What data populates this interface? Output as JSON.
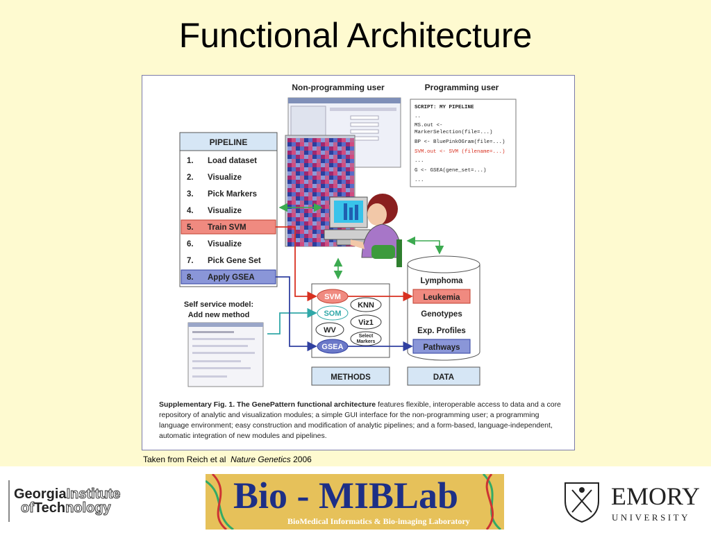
{
  "slide": {
    "title": "Functional Architecture",
    "credit_prefix": "Taken from Reich et al",
    "credit_journal": "Nature Genetics",
    "credit_year": "2006"
  },
  "figure": {
    "header_left": "Non-programming user",
    "header_right": "Programming user",
    "pipeline_title": "PIPELINE",
    "pipeline_steps": [
      {
        "num": "1.",
        "label": "Load dataset"
      },
      {
        "num": "2.",
        "label": "Visualize"
      },
      {
        "num": "3.",
        "label": "Pick Markers"
      },
      {
        "num": "4.",
        "label": "Visualize"
      },
      {
        "num": "5.",
        "label": "Train SVM"
      },
      {
        "num": "6.",
        "label": "Visualize"
      },
      {
        "num": "7.",
        "label": "Pick Gene Set"
      },
      {
        "num": "8.",
        "label": "Apply GSEA"
      }
    ],
    "script_lines": [
      "SCRIPT: MY PIPELINE",
      "..",
      "MS.out <-",
      "MarkerSelection(file=...)",
      "BP <- BluePinkOGram(file=...)",
      "SVM.out <- SVM (filename=...)",
      "...",
      "G <- GSEA(gene_set=...)",
      "..."
    ],
    "self_service_line1": "Self service model:",
    "self_service_line2": "Add new method",
    "methods": {
      "svm": "SVM",
      "som": "SOM",
      "wv": "WV",
      "gsea": "GSEA",
      "knn": "KNN",
      "viz1": "Viz1",
      "select_markers_1": "Select",
      "select_markers_2": "Markers"
    },
    "methods_label": "METHODS",
    "data_items": [
      "Lymphoma",
      "Leukemia",
      "Genotypes",
      "Exp. Profiles",
      "Pathways"
    ],
    "data_label": "DATA",
    "caption_bold": "Supplementary Fig. 1. The GenePattern functional architecture",
    "caption_rest": " features flexible, interoperable access to data and a core repository of analytic and visualization modules; a simple GUI interface for the non-programming user; a programming language environment; easy construction and modification of analytic pipelines; and a form-based, language-independent, automatic integration of new modules and pipelines."
  },
  "footer": {
    "gt_line1_dark": "Georgia",
    "gt_line1_light": "Institute",
    "gt_line2_light": "of",
    "gt_line2_dark": "Tech",
    "gt_line2_rest": "nology",
    "bio_title": "Bio - MIBLab",
    "bio_subtitle": "BioMedical Informatics & Bio-imaging Laboratory",
    "emory_name": "EMORY",
    "emory_sub": "UNIVERSITY"
  },
  "colors": {
    "background": "#fefad0",
    "pipeline_header": "#d6e6f5",
    "highlight_red": "#f08a80",
    "highlight_blue": "#8a96d8",
    "arrow_green": "#3caa50",
    "arrow_red": "#d83020",
    "arrow_teal": "#30a8a8",
    "arrow_blue": "#3040a0"
  }
}
